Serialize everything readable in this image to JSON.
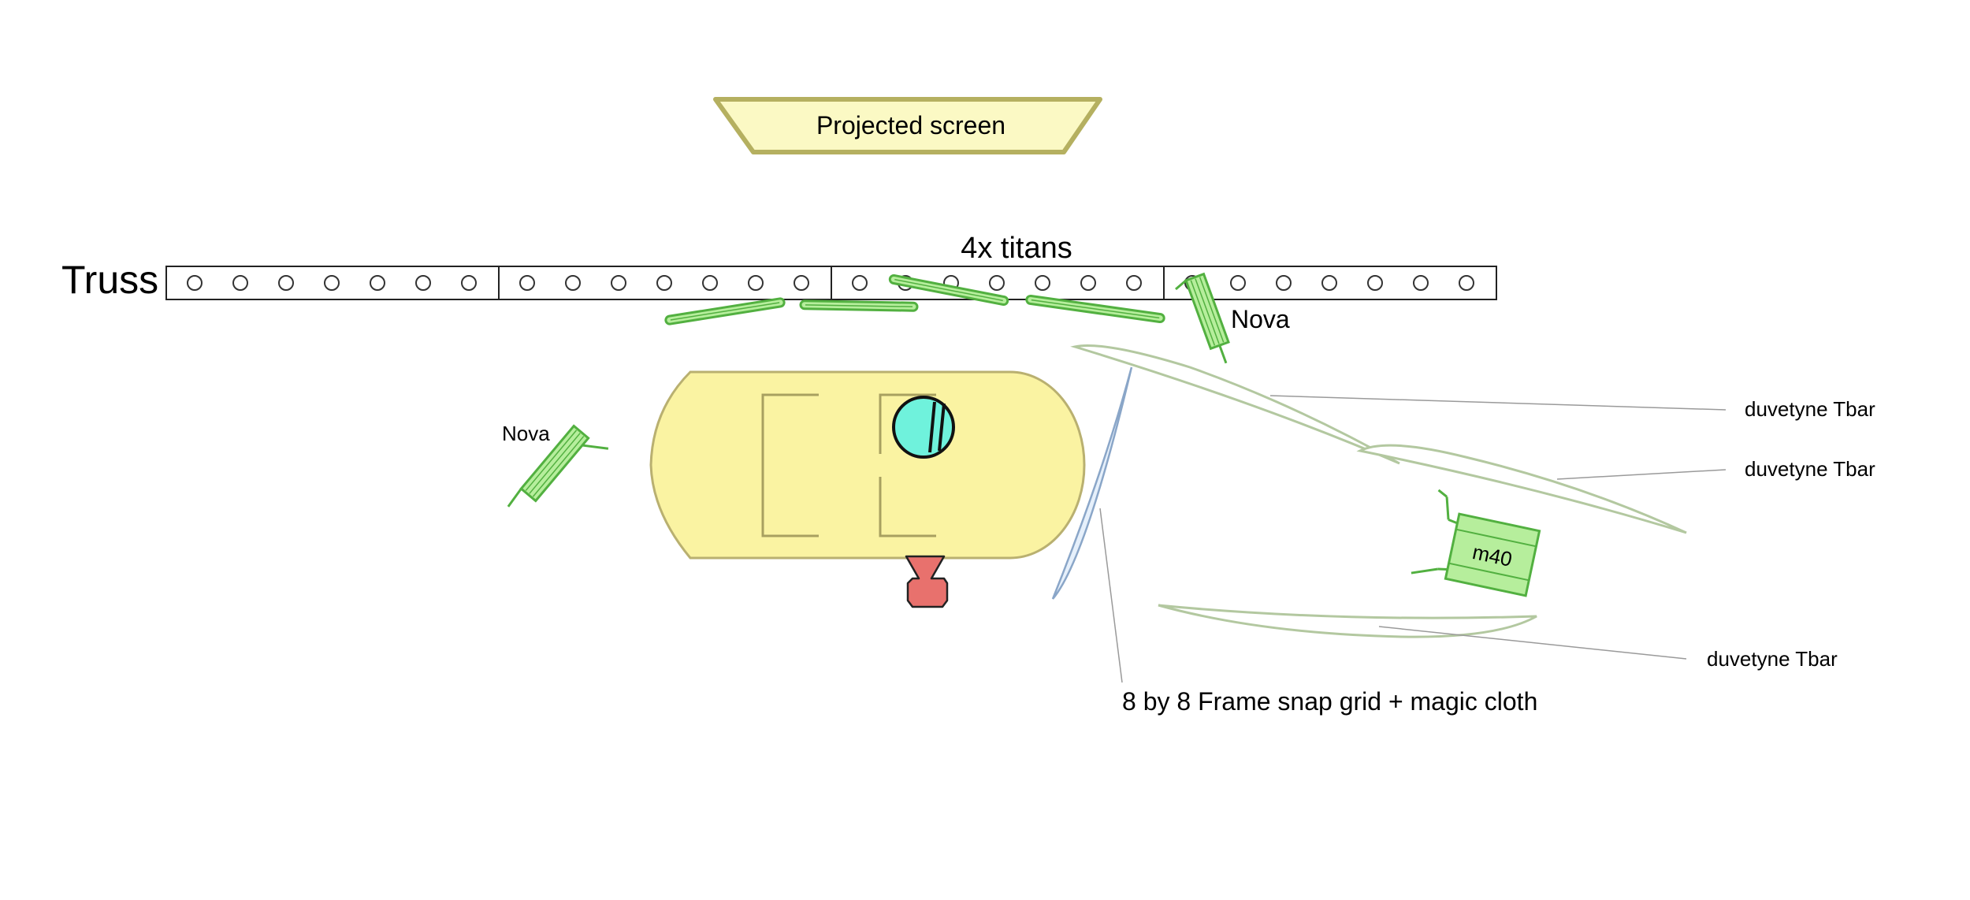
{
  "labels": {
    "projected_screen": "Projected screen",
    "truss": "Truss",
    "titans": "4x titans",
    "nova_top": "Nova",
    "nova_left": "Nova",
    "m40": "m40",
    "duvetyne_1": "duvetyne Tbar",
    "duvetyne_2": "duvetyne Tbar",
    "duvetyne_3": "duvetyne Tbar",
    "frame": "8 by 8 Frame snap grid + magic cloth"
  },
  "colors": {
    "screen_fill": "#fbf9c4",
    "screen_stroke": "#b5b060",
    "table_fill": "#faf3a2",
    "table_stroke": "#b9b070",
    "tube_fill": "#b6ee9c",
    "tube_stroke": "#52b040",
    "duvetyne_stroke": "#b3c8a0",
    "frame_fill": "#e6f0fb",
    "frame_stroke": "#8aa6c8",
    "subject_fill": "#6ff2dc",
    "camera_fill": "#e8716d",
    "leader_line": "#9a9a9a"
  },
  "icons": {
    "camera": "camera-icon",
    "subject": "subject-icon",
    "light": "light-fixture-icon"
  }
}
